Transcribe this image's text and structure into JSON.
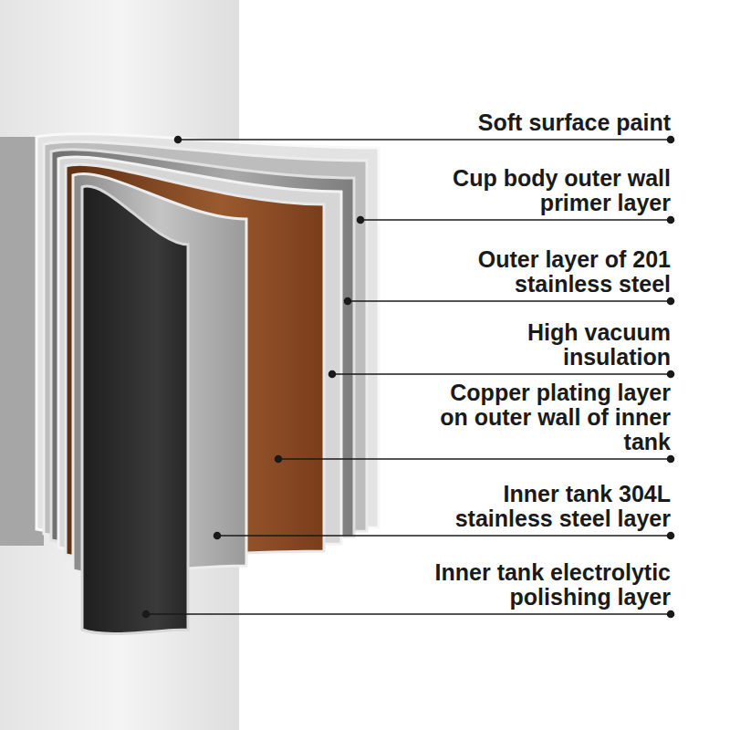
{
  "diagram": {
    "labels": [
      "Soft surface paint",
      "Cup body outer wall primer layer",
      "Outer layer of 201 stainless steel",
      "High vacuum insulation",
      "Copper plating layer on outer wall of inner tank",
      "Inner tank 304L stainless steel layer",
      "Inner tank electrolytic polishing layer"
    ]
  }
}
